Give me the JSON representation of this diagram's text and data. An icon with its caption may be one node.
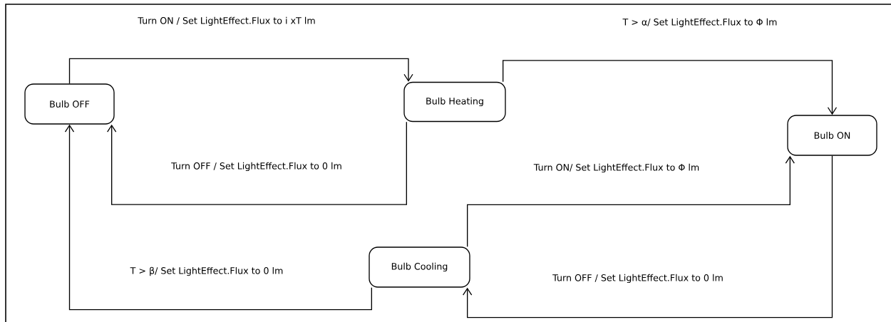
{
  "diagram": {
    "nodes": [
      {
        "text": [
          "Bulb OFF"
        ]
      },
      {
        "text": [
          "Bulb Heating"
        ]
      },
      {
        "text": [
          "Bulb ON"
        ]
      },
      {
        "text": [
          "Bulb Cooling"
        ]
      }
    ],
    "edges": [
      {
        "from": 0,
        "to": 1,
        "arrow": "to",
        "label": "Turn ON / Set LightEffect.Flux to i xT lm"
      },
      {
        "from": 1,
        "to": 0,
        "arrow": "to",
        "label": "Turn OFF / Set LightEffect.Flux to 0 lm"
      },
      {
        "from": 1,
        "to": 2,
        "arrow": "to",
        "label": "T > α/ Set LightEffect.Flux to Φ lm"
      },
      {
        "from": 3,
        "to": 2,
        "arrow": "to",
        "label": "Turn ON/ Set LightEffect.Flux to Φ lm"
      },
      {
        "from": 2,
        "to": 3,
        "arrow": "to",
        "label": "Turn OFF / Set LightEffect.Flux to 0 lm"
      },
      {
        "from": 3,
        "to": 0,
        "arrow": "to",
        "label": "T > β/ Set LightEffect.Flux to 0 lm"
      }
    ]
  }
}
